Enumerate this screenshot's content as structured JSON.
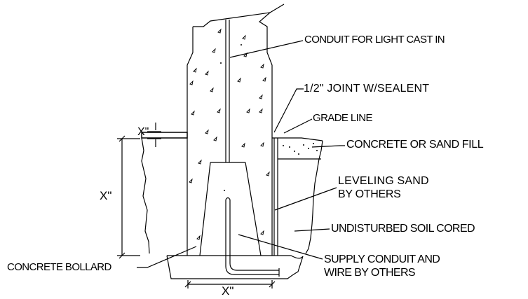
{
  "labels": {
    "conduit_light": "CONDUIT FOR LIGHT CAST IN",
    "joint": "1/2\" JOINT W/SEALENT",
    "grade_line": "GRADE LINE",
    "concrete_fill": "CONCRETE OR SAND FILL",
    "leveling_sand_1": "LEVELING SAND",
    "leveling_sand_2": "BY OTHERS",
    "undisturbed_soil": "UNDISTURBED SOIL CORED",
    "supply_conduit_1": "SUPPLY CONDUIT AND",
    "supply_conduit_2": "WIRE BY OTHERS",
    "concrete_bollard": "CONCRETE BOLLARD"
  },
  "dimensions": {
    "top": "X\"",
    "left": "X\"",
    "bottom": "X\""
  },
  "colors": {
    "line": "#000000",
    "background": "#ffffff"
  }
}
